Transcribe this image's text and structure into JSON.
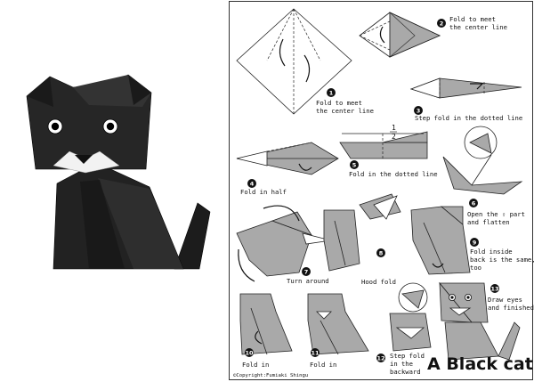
{
  "title": "A Black cat",
  "copyright": "©Copyright:Fumiaki Shingu",
  "steps": [
    {
      "n": "1",
      "lines": [
        "Fold to meet",
        "the center line"
      ]
    },
    {
      "n": "2",
      "lines": [
        "Fold to meet",
        "the center line"
      ]
    },
    {
      "n": "3",
      "lines": [
        "Step fold in the dotted line"
      ]
    },
    {
      "n": "4",
      "lines": [
        "Fold in half"
      ]
    },
    {
      "n": "5",
      "lines": [
        "Fold in the dotted line"
      ]
    },
    {
      "n": "6",
      "lines": [
        "Open the ⇧ part",
        "and flatten"
      ]
    },
    {
      "n": "7",
      "lines": [
        "Turn around"
      ]
    },
    {
      "n": "8",
      "lines": [
        "Hood fold"
      ]
    },
    {
      "n": "9",
      "lines": [
        "Fold inside",
        "back is the same,",
        "too"
      ]
    },
    {
      "n": "10",
      "lines": [
        "Fold in"
      ]
    },
    {
      "n": "11",
      "lines": [
        "Fold in"
      ]
    },
    {
      "n": "12",
      "lines": [
        "Step fold",
        "in the",
        "backward"
      ]
    },
    {
      "n": "13",
      "lines": [
        "Draw eyes",
        "and finished"
      ]
    }
  ],
  "fraction": {
    "top": "1",
    "bottom": "2"
  },
  "colors": {
    "paper": "#a9a9a9",
    "black_paper": "#1b1b1b",
    "ink": "#111111",
    "background": "#ffffff"
  }
}
